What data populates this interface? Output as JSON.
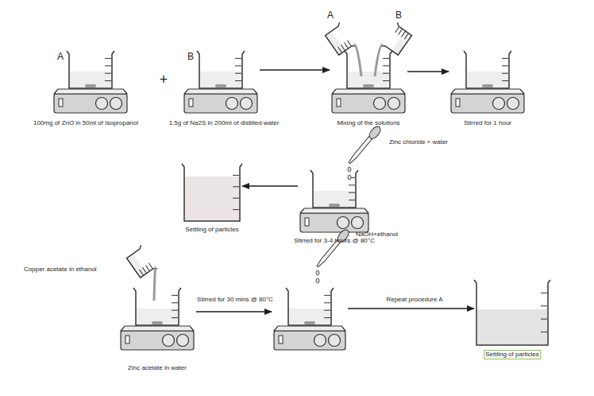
{
  "diagram": {
    "nodes": [
      {
        "text": [
          "A",
          "100mg of ZnO in 50ml of Isopropanol"
        ]
      },
      {
        "text": [
          "B",
          "1.5g of Na2S in 200ml of distilled water"
        ]
      },
      {
        "text": [
          "Mixing of the solutions"
        ]
      },
      {
        "text": [
          "Stirred for 1 hour"
        ]
      },
      {
        "text": [
          "Zinc chloride + water",
          "Stirred for 3-4 hours @ 80°C"
        ]
      },
      {
        "text": [
          "Settling of particles"
        ]
      },
      {
        "text": [
          "Copper acetate in ethanol",
          "Zinc acetate in water"
        ]
      },
      {
        "text": [
          "NaOH+ethanol"
        ]
      },
      {
        "text": [
          "Settling of particles"
        ]
      }
    ],
    "edges": [
      {
        "from": 1,
        "to": 2,
        "arrow": "to"
      },
      {
        "from": 2,
        "to": 3,
        "arrow": "to"
      },
      {
        "from": 4,
        "to": 5,
        "arrow": "to"
      },
      {
        "from": 6,
        "to": 7,
        "label": "Stirred for 30 mins @ 80°C",
        "arrow": "to"
      },
      {
        "from": 7,
        "to": 8,
        "label": "Repeat procedure A",
        "arrow": "to"
      }
    ],
    "labels": [
      "+",
      "A",
      "B"
    ]
  }
}
